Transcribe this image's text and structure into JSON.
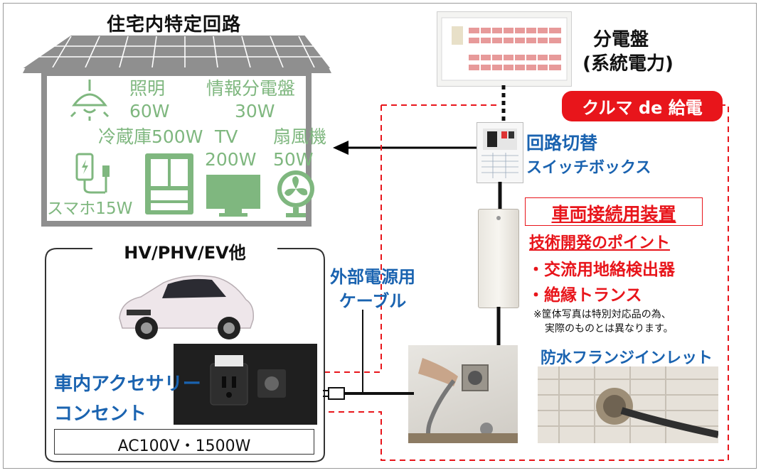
{
  "house": {
    "title": "住宅内特定回路",
    "appliances": {
      "light_name": "照明",
      "light_watt": "60W",
      "panel_name": "情報分電盤",
      "panel_watt": "30W",
      "fridge": "冷蔵庫500W",
      "tv_name": "TV",
      "tv_watt": "200W",
      "fan_name": "扇風機",
      "fan_watt": "50W",
      "phone": "スマホ15W"
    }
  },
  "distribution_board": {
    "line1": "分電盤",
    "line2": "(系統電力)"
  },
  "badge": "クルマ de 給電",
  "switch_box": {
    "line1": "回路切替",
    "line2": "スイッチボックス"
  },
  "device": {
    "title": "車両接続用装置",
    "subtitle": "技術開発のポイント",
    "point1": "・交流用地絡検出器",
    "point2": "・絶縁トランス",
    "note1": "※筐体写真は特別対応品の為、",
    "note2": "実際のものとは異なります。"
  },
  "vehicle": {
    "title": "HV/PHV/EV他",
    "outlet_line1": "車内アクセサリー",
    "outlet_line2": "コンセント",
    "spec": "AC100V・1500W"
  },
  "cable": {
    "line1": "外部電源用",
    "line2": "ケーブル"
  },
  "inlet": {
    "title": "防水フランジインレット"
  },
  "colors": {
    "accent_red": "#e8151b",
    "label_blue": "#1a63b0",
    "appliance_green": "#7fb77f"
  }
}
